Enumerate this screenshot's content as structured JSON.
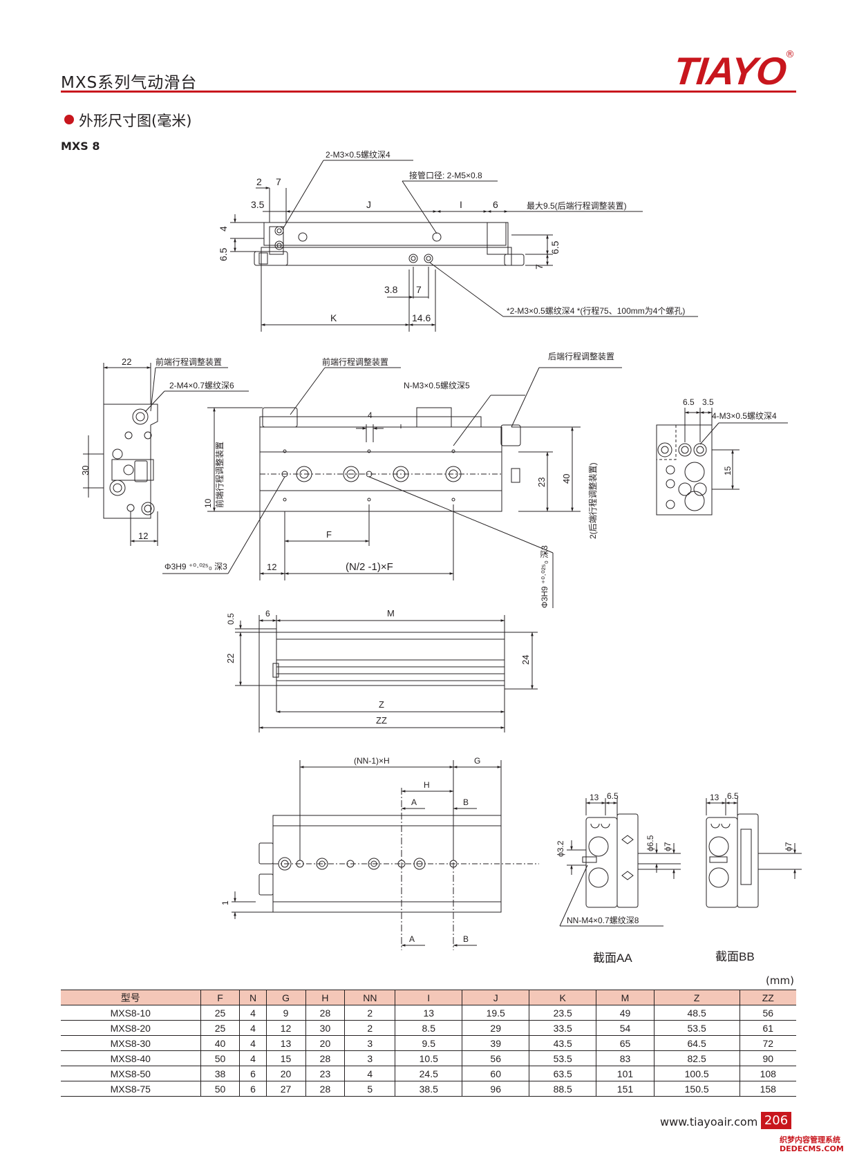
{
  "header": {
    "title": "MXS系列气动滑台",
    "logo": "TIAYO",
    "reg": "®"
  },
  "section": {
    "title": "外形尺寸图(毫米)",
    "model": "MXS 8"
  },
  "drawing": {
    "top_view": {
      "callout_thread": "2-M3×0.5螺纹深4",
      "callout_port": "接管口径: 2-M5×0.8",
      "callout_max": "最大9.5(后端行程调整装置)",
      "callout_thread2": "*2-M3×0.5螺纹深4  *(行程75、100mm为4个螺孔)",
      "d_2": "2",
      "d_7": "7",
      "d_3_5": "3.5",
      "d_J": "J",
      "d_I": "I",
      "d_6": "6",
      "d_4": "4",
      "d_6_5": "6.5",
      "d_6_5b": "6.5",
      "d_7b": "7",
      "d_3_8": "3.8",
      "d_7c": "7",
      "d_K": "K",
      "d_14_6": "14.6"
    },
    "side_view": {
      "label_22": "22",
      "front_adj": "前端行程调整装置",
      "thread_m4": "2-M4×0.7螺纹深6",
      "d_30": "30",
      "d_12": "12",
      "front_adj2": "前端行程调整装置",
      "n_thread": "N-M3×0.5螺纹深5",
      "rear_adj": "后端行程调整装置",
      "d_4": "4",
      "d_10": "10",
      "vert_front": "前端行程调整装置",
      "d_23": "23",
      "d_40": "40",
      "vert_rear": "2(后端行程调整装置)",
      "d_F": "F",
      "d_12b": "12",
      "formula": "(N/2 -1)×F",
      "hole_left": "Φ3H9 ⁺⁰·⁰²⁵₀ 深3",
      "hole_right": "Φ3H9 ⁺⁰·⁰²⁵₀ 深3",
      "d_6_5": "6.5",
      "d_3_5": "3.5",
      "end_thread": "4-M3×0.5螺纹深4",
      "d_15": "15"
    },
    "front_view": {
      "d_0_5": "0.5",
      "d_6": "6",
      "d_M": "M",
      "d_22": "22",
      "d_24": "24",
      "d_Z": "Z",
      "d_ZZ": "ZZ"
    },
    "bottom_view": {
      "d_NNH": "(NN-1)×H",
      "d_G": "G",
      "d_H": "H",
      "d_A": "A",
      "d_B": "B",
      "d_A2": "A",
      "d_B2": "B",
      "d_1": "1",
      "sec_aa_13": "13",
      "sec_aa_6_5": "6.5",
      "sec_aa_3_2": "ϕ3.2",
      "sec_aa_6_5b": "ϕ6.5",
      "sec_aa_7": "ϕ7",
      "sec_bb_13": "13",
      "sec_bb_6_5": "6.5",
      "sec_bb_7": "ϕ7",
      "nn_thread": "NN-M4×0.7螺纹深8",
      "cap_aa": "截面AA",
      "cap_bb": "截面BB"
    }
  },
  "table": {
    "unit": "(mm)",
    "headers": [
      "型号",
      "F",
      "N",
      "G",
      "H",
      "NN",
      "I",
      "J",
      "K",
      "M",
      "Z",
      "ZZ"
    ],
    "rows": [
      [
        "MXS8-10",
        "25",
        "4",
        "9",
        "28",
        "2",
        "13",
        "19.5",
        "23.5",
        "49",
        "48.5",
        "56"
      ],
      [
        "MXS8-20",
        "25",
        "4",
        "12",
        "30",
        "2",
        "8.5",
        "29",
        "33.5",
        "54",
        "53.5",
        "61"
      ],
      [
        "MXS8-30",
        "40",
        "4",
        "13",
        "20",
        "3",
        "9.5",
        "39",
        "43.5",
        "65",
        "64.5",
        "72"
      ],
      [
        "MXS8-40",
        "50",
        "4",
        "15",
        "28",
        "3",
        "10.5",
        "56",
        "53.5",
        "83",
        "82.5",
        "90"
      ],
      [
        "MXS8-50",
        "38",
        "6",
        "20",
        "23",
        "4",
        "24.5",
        "60",
        "63.5",
        "101",
        "100.5",
        "108"
      ],
      [
        "MXS8-75",
        "50",
        "6",
        "27",
        "28",
        "5",
        "38.5",
        "96",
        "88.5",
        "151",
        "150.5",
        "158"
      ]
    ]
  },
  "footer": {
    "url": "www.tiayoair.com",
    "page": "206",
    "watermark1": "织梦内容管理系统",
    "watermark2": "DEDECMS.COM"
  },
  "colors": {
    "accent": "#c8161d",
    "table_header": "#f4c7b8"
  }
}
